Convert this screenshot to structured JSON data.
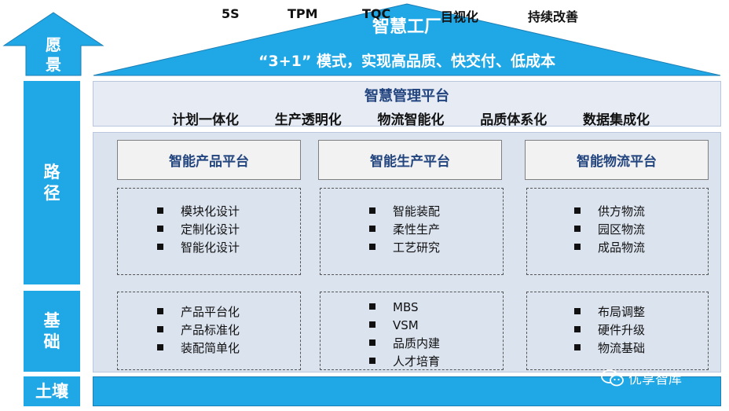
{
  "side": {
    "vision": "愿景",
    "path": "路径",
    "base": "基础",
    "soil": "土壤"
  },
  "roof": {
    "title": "智慧工厂",
    "subtitle": "“3+1” 模式，实现高品质、快交付、低成本"
  },
  "management": {
    "title": "智慧管理平台",
    "items": [
      "计划一体化",
      "生产透明化",
      "物流智能化",
      "品质体系化",
      "数据集成化"
    ]
  },
  "platforms": [
    {
      "title": "智能产品平台",
      "path_items": [
        "模块化设计",
        "定制化设计",
        "智能化设计"
      ],
      "base_items": [
        "产品平台化",
        "产品标准化",
        "装配简单化"
      ]
    },
    {
      "title": "智能生产平台",
      "path_items": [
        "智能装配",
        "柔性生产",
        "工艺研究"
      ],
      "base_items": [
        "MBS",
        "VSM",
        "品质内建",
        "人才培育"
      ]
    },
    {
      "title": "智能物流平台",
      "path_items": [
        "供方物流",
        "园区物流",
        "成品物流"
      ],
      "base_items": [
        "布局调整",
        "硬件升级",
        "物流基础"
      ]
    }
  ],
  "foundation": {
    "items": [
      "5S",
      "TPM",
      "TQC",
      "目视化",
      "持续改善"
    ]
  },
  "watermark": {
    "text": "优享智库",
    "icon": "wechat-icon"
  },
  "colors": {
    "blue": "#20a8e6",
    "navy": "#23457f",
    "panel": "#dbe3ef"
  }
}
